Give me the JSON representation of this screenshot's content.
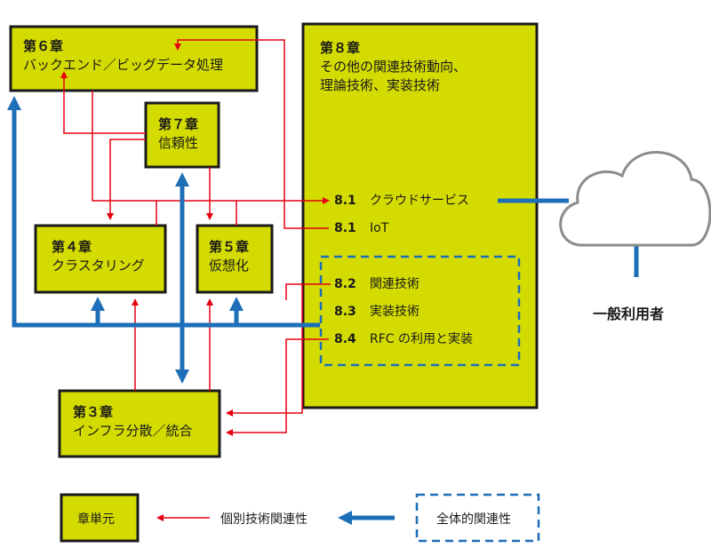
{
  "chapters": {
    "ch6": {
      "num": "第６章",
      "title": "バックエンド／ビッグデータ処理"
    },
    "ch7": {
      "num": "第７章",
      "title": "信頼性"
    },
    "ch4": {
      "num": "第４章",
      "title": "クラスタリング"
    },
    "ch5": {
      "num": "第５章",
      "title": "仮想化"
    },
    "ch3": {
      "num": "第３章",
      "title": "インフラ分散／統合"
    },
    "ch8": {
      "num": "第８章",
      "title_line1": "その他の関連技術動向、",
      "title_line2": "理論技術、実装技術"
    }
  },
  "ch8_items": [
    {
      "num": "8.1",
      "label": "クラウドサービス"
    },
    {
      "num": "8.1",
      "label": "IoT"
    },
    {
      "num": "8.2",
      "label": "関連技術"
    },
    {
      "num": "8.3",
      "label": "実装技術"
    },
    {
      "num": "8.4",
      "label": "RFC の利用と実装"
    }
  ],
  "cloud_label": "一般利用者",
  "legend": {
    "unit_label": "章単元",
    "individual_label": "個別技術関連性",
    "overall_label": "全体的関連性"
  },
  "colors": {
    "box_fill": "#d4db00",
    "red_arrow": "#e60012",
    "blue_arrow": "#1d6fb8",
    "dashed_border": "#1d6fb8"
  }
}
